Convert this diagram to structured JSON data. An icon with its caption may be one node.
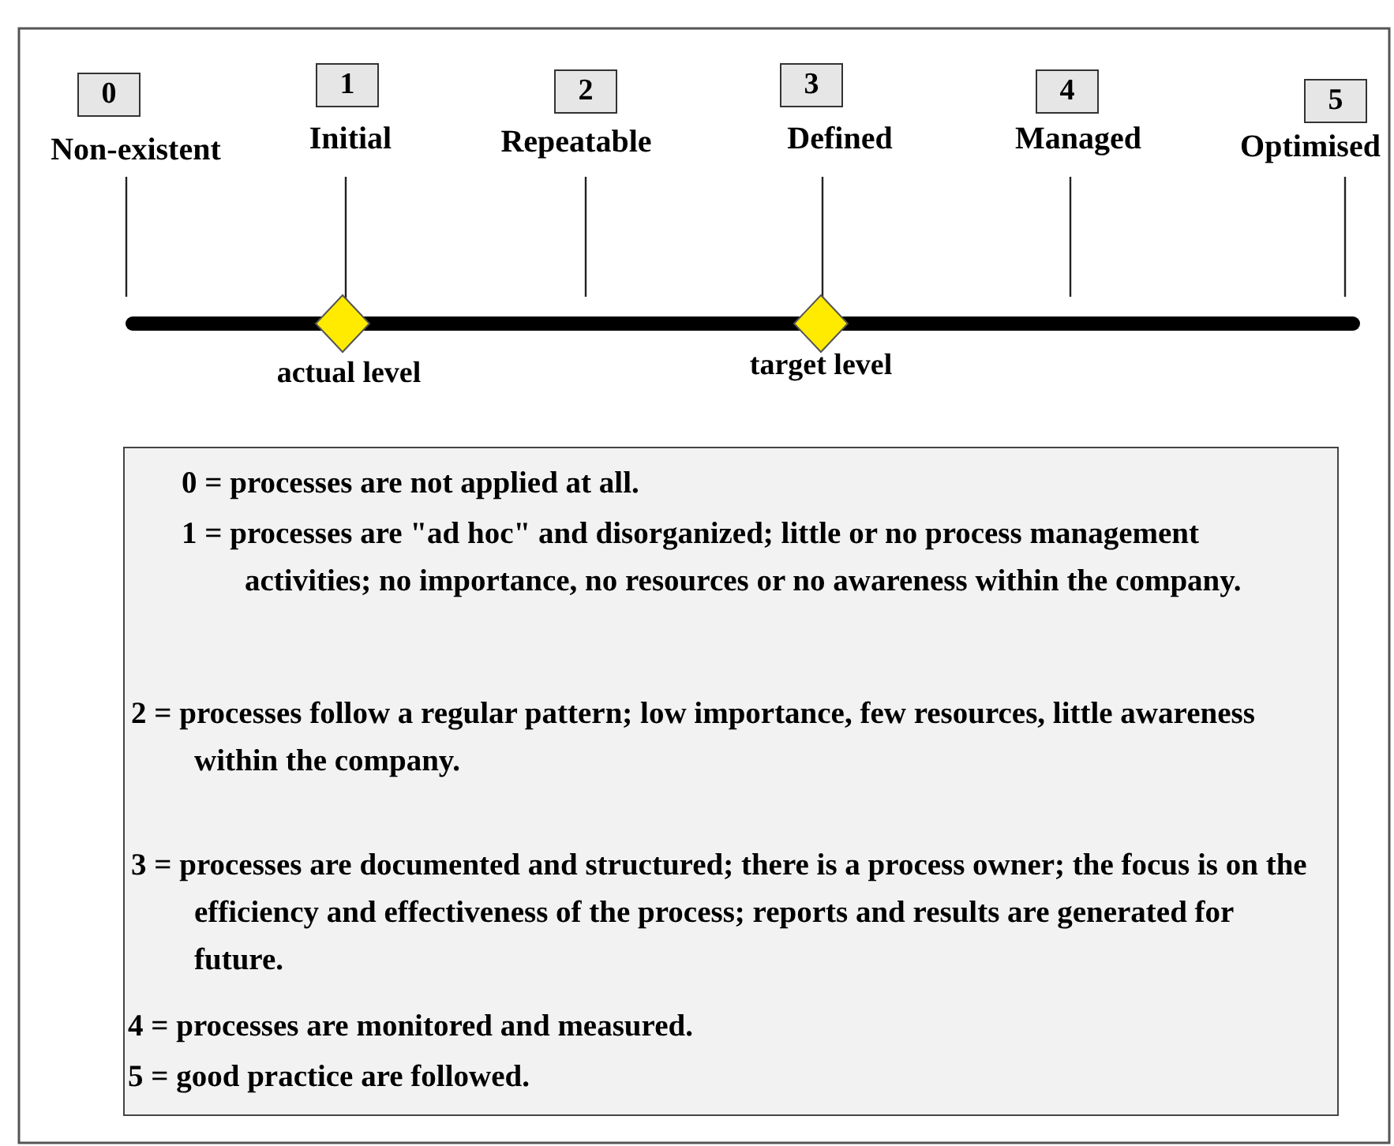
{
  "diagram": {
    "nodes": [
      {
        "text": [
          "0",
          "Non-existent"
        ]
      },
      {
        "text": [
          "1",
          "Initial"
        ]
      },
      {
        "text": [
          "2",
          "Repeatable"
        ]
      },
      {
        "text": [
          "3",
          "Defined"
        ]
      },
      {
        "text": [
          "4",
          "Managed"
        ]
      },
      {
        "text": [
          "5",
          "Optimised"
        ]
      },
      {
        "text": [],
        "shape": "diamond",
        "beside": [
          "actual level"
        ]
      },
      {
        "text": [],
        "shape": "diamond",
        "beside": [
          "target level"
        ]
      },
      {
        "text": [
          "0 = processes are not applied at all.",
          "1 = processes are \"ad hoc\" and disorganized; little or no process management activities; no importance, no resources or no awareness within the company.",
          "2 = processes follow a regular pattern; low importance, few resources, little awareness within the company.",
          "3 = processes are documented and structured; there is a process owner; the focus is on the efficiency and effectiveness of the process; reports and results are generated for future.",
          "4 = processes are monitored and measured.",
          "5 = good practice are followed."
        ]
      }
    ]
  }
}
